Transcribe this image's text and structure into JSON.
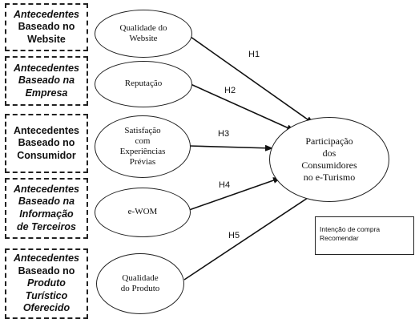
{
  "antecedents": [
    {
      "lines": [
        "Antecedentes",
        "Baseado no",
        "Website"
      ],
      "italic": [
        true,
        false,
        false
      ]
    },
    {
      "lines": [
        "Antecedentes",
        "Baseado na",
        "Empresa"
      ],
      "italic": [
        true,
        true,
        true
      ]
    },
    {
      "lines": [
        "Antecedentes",
        "Baseado no",
        "Consumidor"
      ],
      "italic": [
        false,
        false,
        false
      ]
    },
    {
      "lines": [
        "Antecedentes",
        "Baseado na",
        "Informação",
        "de Terceiros"
      ],
      "italic": [
        true,
        true,
        true,
        true
      ]
    },
    {
      "lines": [
        "Antecedentes",
        "Baseado no",
        "Produto",
        "Turístico",
        "Oferecido"
      ],
      "italic": [
        true,
        false,
        true,
        true,
        true
      ]
    }
  ],
  "constructs": [
    {
      "lines": [
        "Qualidade do",
        "Website"
      ]
    },
    {
      "lines": [
        "Reputação"
      ]
    },
    {
      "lines": [
        "Satisfação",
        "com",
        "Experiências",
        "Prévias"
      ]
    },
    {
      "lines": [
        "e-WOM"
      ]
    },
    {
      "lines": [
        "Qualidade",
        "do Produto"
      ]
    }
  ],
  "hypotheses": [
    "H1",
    "H2",
    "H3",
    "H4",
    "H5"
  ],
  "outcome": {
    "lines": [
      "Participação",
      "dos",
      "Consumidores",
      "no e-Turismo"
    ]
  },
  "note": {
    "lines": [
      "Intenção de compra",
      "Recomendar"
    ]
  }
}
